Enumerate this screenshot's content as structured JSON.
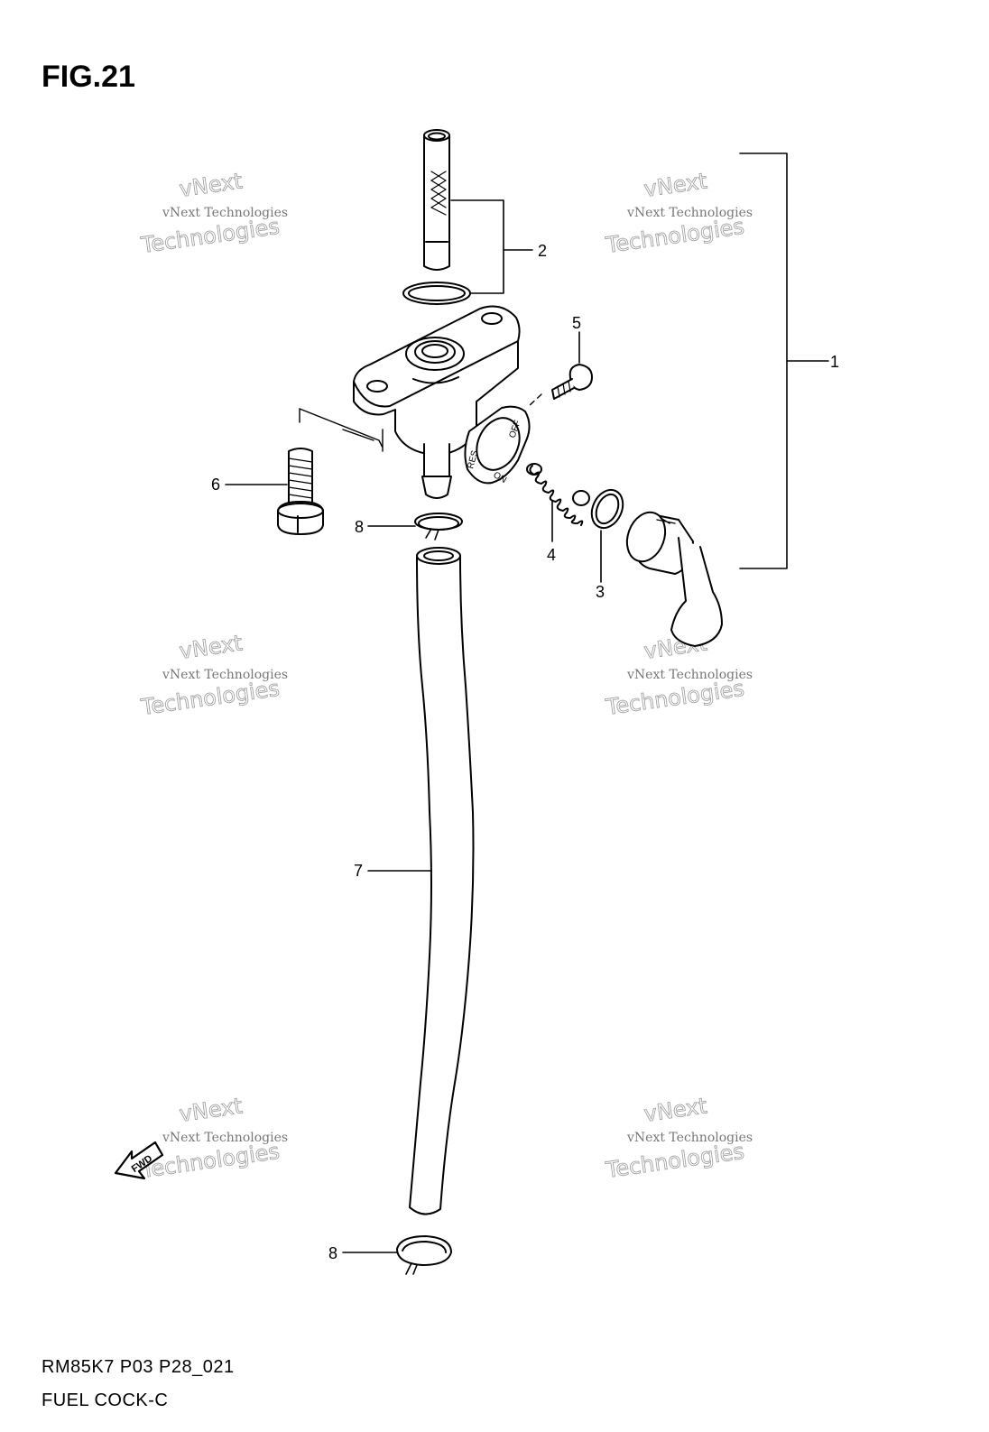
{
  "figure": {
    "title": "FIG.21",
    "code": "RM85K7 P03 P28_021",
    "name": "FUEL COCK-C"
  },
  "callouts": [
    "1",
    "2",
    "3",
    "4",
    "5",
    "6",
    "7",
    "8",
    "8"
  ],
  "valve_markings": {
    "off": "OFF",
    "on": "ON",
    "res": "RES"
  },
  "fwd_label": "FWD",
  "watermark": {
    "line1": "vNext Technologies",
    "line2": "vNext",
    "line3": "Technologies"
  }
}
